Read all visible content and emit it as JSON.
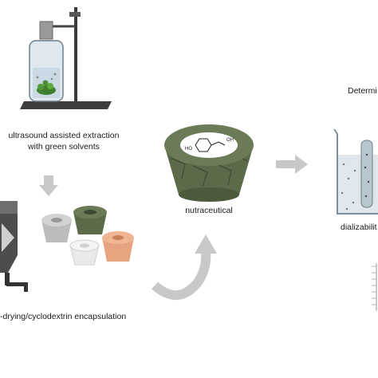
{
  "labels": {
    "extraction_line1": "ultrasound assisted extraction",
    "extraction_line2": "with green solvents",
    "nutraceutical": "nutraceutical",
    "encapsulation": "-drying/cyclodextrin encapsulation",
    "determination": "Determi",
    "dializability": "dializabilit"
  },
  "icons": {
    "reactor": "ultrasound-reactor-icon",
    "spray_dryer": "spray-dryer-icon",
    "cyclodextrins": "cyclodextrin-cups-icon",
    "cone": "nutraceutical-cone-icon",
    "molecule": "hydroxytyrosol-molecule-icon",
    "beaker": "dialysis-beaker-icon",
    "arrow_down": "down-arrow-icon",
    "arrow_right": "right-arrow-icon",
    "arrow_curved": "curved-arrow-icon"
  },
  "molecule_groups": {
    "left": "HO",
    "right": "OH"
  },
  "colors": {
    "olive": "#5b6a49",
    "white_cup": "#e8e8e8",
    "gray_cup": "#bcbcbc",
    "peach_cup": "#e7a27f",
    "arrow": "#c8c8c8"
  }
}
